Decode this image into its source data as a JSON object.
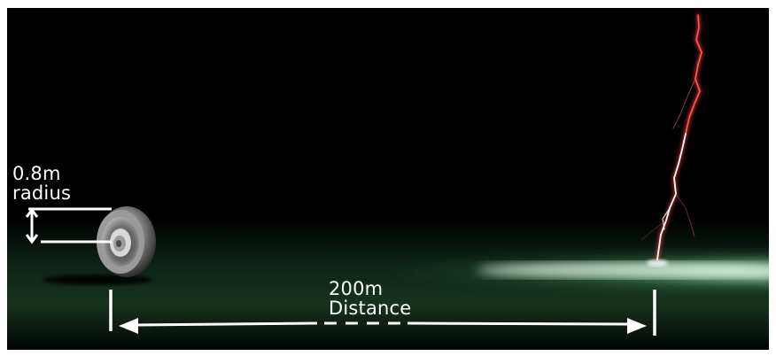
{
  "radius_label": {
    "value": "0.8m",
    "word": "radius"
  },
  "distance_label": {
    "value": "200m",
    "word": "Distance"
  },
  "colors": {
    "background": "#000000",
    "ground_glow": "#b8f0c8",
    "lightning_core": "#ffffff",
    "lightning_glow": "#ff3b3b",
    "annotation": "#ffffff",
    "wheel": "#8a8a8a"
  },
  "scene": {
    "objects": [
      "wheel",
      "lightning-bolt",
      "glowing-ground-strip"
    ]
  }
}
